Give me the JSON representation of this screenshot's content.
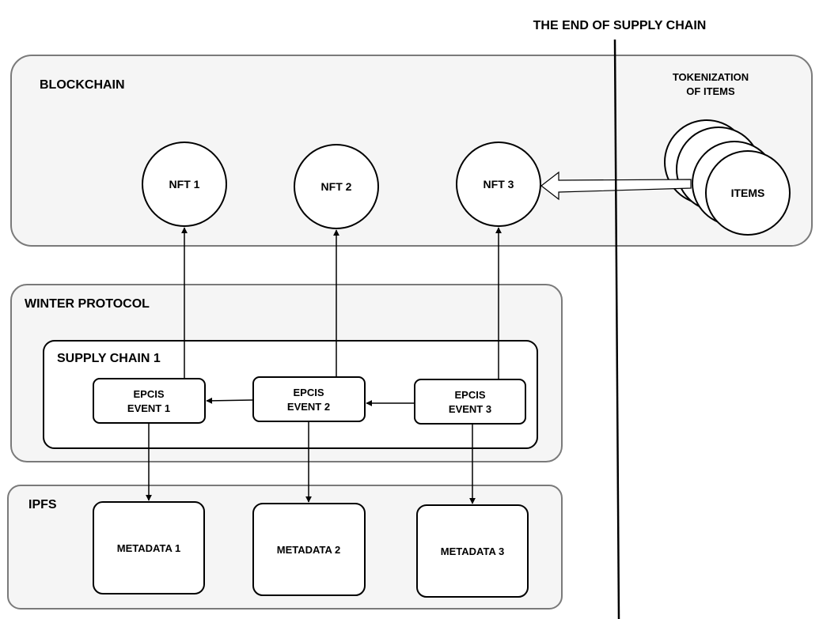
{
  "header": {
    "supply_chain_end": "THE END OF SUPPLY CHAIN"
  },
  "blockchain": {
    "label": "BLOCKCHAIN",
    "tokenization_line1": "TOKENIZATION",
    "tokenization_line2": "OF ITEMS",
    "items_label": "ITEMS",
    "nfts": [
      "NFT 1",
      "NFT 2",
      "NFT 3"
    ]
  },
  "winter": {
    "label": "WINTER PROTOCOL",
    "supply_chain_label": "SUPPLY CHAIN 1",
    "events": [
      {
        "line1": "EPCIS",
        "line2": "EVENT 1"
      },
      {
        "line1": "EPCIS",
        "line2": "EVENT 2"
      },
      {
        "line1": "EPCIS",
        "line2": "EVENT 3"
      }
    ]
  },
  "ipfs": {
    "label": "IPFS",
    "metadata": [
      "METADATA 1",
      "METADATA 2",
      "METADATA 3"
    ]
  }
}
